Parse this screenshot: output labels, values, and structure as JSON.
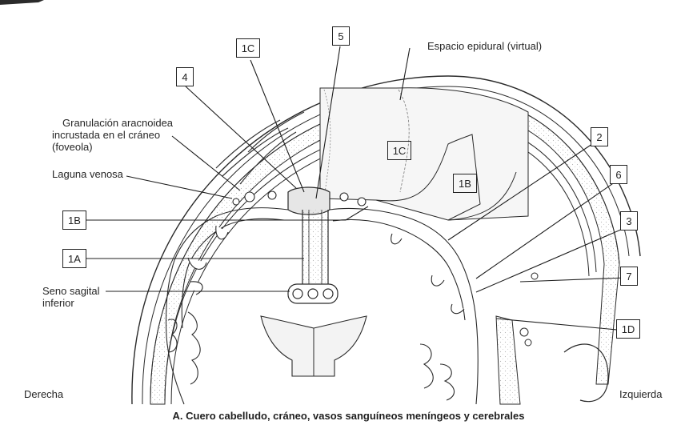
{
  "figure": {
    "caption": "A. Cuero cabelludo, cráneo, vasos sanguíneos meníngeos y cerebrales",
    "side_left": "Derecha",
    "side_right": "Izquierda"
  },
  "labels": {
    "espacio_epidural": "Espacio epidural (virtual)",
    "granulacion_l1": "Granulación aracnoidea",
    "granulacion_l2": "incrustada en el cráneo",
    "granulacion_l3": "(foveola)",
    "laguna_venosa": "Laguna venosa",
    "seno_l1": "Seno sagital",
    "seno_l2": "inferior"
  },
  "callouts": {
    "c1C_top": "1C",
    "c5": "5",
    "c4": "4",
    "c2": "2",
    "c6": "6",
    "c3": "3",
    "c7": "7",
    "c1D": "1D",
    "c1B_left": "1B",
    "c1A": "1A",
    "c1C_inner": "1C",
    "c1B_inner": "1B"
  },
  "colors": {
    "line": "#2a2a2a",
    "fill": "#ececec",
    "stipple": "#bdbdbd"
  }
}
